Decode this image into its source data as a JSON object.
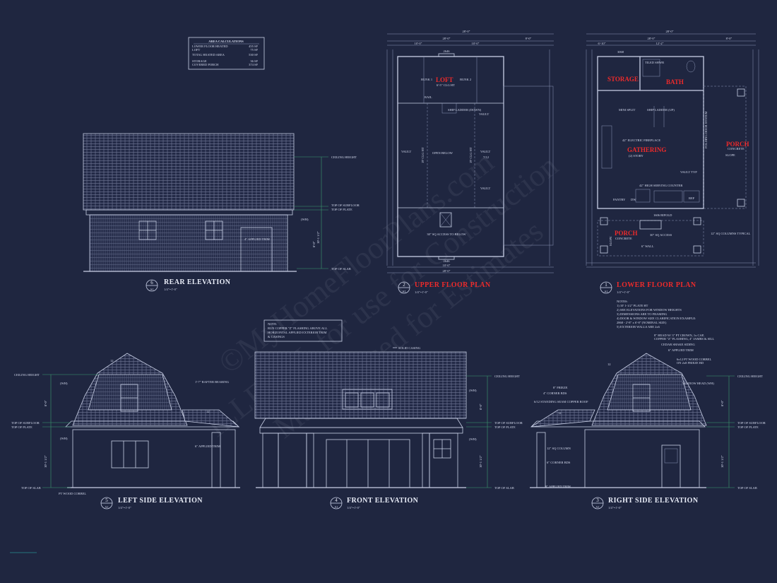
{
  "area_calc": {
    "title": "AREA CALCULATIONS",
    "rows": [
      {
        "label": "LOWER FLOOR HEATED",
        "value": "455 SF"
      },
      {
        "label": "LOFT",
        "value": "75 SF"
      },
      {
        "label": "TOTAL HEATED AREA",
        "value": "530 SF"
      },
      {
        "label": "STORAGE",
        "value": "36 SF"
      },
      {
        "label": "COVERED PORCH",
        "value": "374 SF"
      }
    ]
  },
  "views": {
    "rear": {
      "num": "6",
      "sheet": "A1",
      "title": "REAR ELEVATION",
      "scale": "1/4\"=1'-0\""
    },
    "upper": {
      "num": "2",
      "sheet": "A1",
      "title": "UPPER FLOOR PLAN",
      "scale": "1/4\"=1'-0\""
    },
    "lower": {
      "num": "1",
      "sheet": "A1",
      "title": "LOWER FLOOR PLAN",
      "scale": "1/4\"=1'-0\""
    },
    "left": {
      "num": "5",
      "sheet": "A1",
      "title": "LEFT SIDE ELEVATION",
      "scale": "1/4\"=1'-0\""
    },
    "front": {
      "num": "4",
      "sheet": "A1",
      "title": "FRONT ELEVATION",
      "scale": "1/4\"=1'-0\""
    },
    "right": {
      "num": "3",
      "sheet": "A1",
      "title": "RIGHT SIDE ELEVATION",
      "scale": "1/4\"=1'-0\""
    }
  },
  "levels": {
    "ceiling": "CEILING HEIGHT",
    "subfloor": "TOP OF SUBFLOOR",
    "plate": "TOP OF PLATE",
    "slab": "TOP OF SLAB",
    "wh": "(WH)"
  },
  "rear_notes": {
    "trim": "4\" APPLIED TRIM",
    "dim1": "8'-0\"",
    "dim2": "10'-1 1/2\""
  },
  "upper_plan": {
    "room": "LOFT",
    "ceiling": "6'-5\" CLG HT",
    "bunk1": "BUNK 1",
    "bunk2": "BUNK 2",
    "rail": "RAIL",
    "ladder": "SHIP LADDER (DOWN)",
    "vault": "VAULT",
    "open": "OPEN BELOW",
    "access": "30\" SQ ACCESS TO BELOW",
    "ceiling2": "19' CLG HT",
    "dim_top": "28'-0\"",
    "dim_a": "10'-0\"",
    "dim_b": "10'-0\"",
    "dim_c": "8'-0\"",
    "win": "2646",
    "pitch": "7/12"
  },
  "lower_plan": {
    "storage": "STORAGE",
    "bath": "BATH",
    "gathering": "GATHERING",
    "gathering_sub": "(2) STORY",
    "porch1": "PORCH",
    "porch1_sub": "CONCRETE",
    "porch2": "PORCH",
    "porch2_sub": "CONCRETE",
    "tiled_shower": "TILED SHWR",
    "mini_split": "MINI SPLIT",
    "ladder": "SHIP LADDER (UP)",
    "fireplace": "42\" ELECTRIC FIREPLACE",
    "counter": "42\" HIGH SERVING COUNTER",
    "pantry": "PANTRY",
    "dw": "DW",
    "ref": "REF",
    "bifold": "1606 BIFOLD",
    "access": "30\" SQ ACCESS",
    "wall": "6\" WALL",
    "columns": "12\" SQ COLUMNS TYPICAL",
    "slope": "SLOPE",
    "folding_door": "FOLDING DOOR SYSTEM",
    "vault": "VAULT TYP",
    "dim_top": "28'-0\"",
    "dim_a": "6'-10\"",
    "dim_b": "12'-2\"",
    "dim_c": "8'-0\"",
    "door": "3068"
  },
  "notes": {
    "title": "NOTES:",
    "lines": [
      "1) 10' 1-1/2\" PLATE HT",
      "2) SEE ELEVATIONS FOR WINDOW HEIGHTS",
      "3) DIMENSIONS ARE TO FRAMING",
      "4) DOOR & WINDOW SIZE CLARIFICATION EXAMPLE:",
      "   2868 - 2'-8\" x 6'-8\" (NOMINAL SIZE)",
      "5) EXTERIOR WALLS ARE 2x6"
    ]
  },
  "front_note": {
    "title": "NOTE:",
    "lines": [
      "RUN COPPER \"Z\" FLASHING ABOVE ALL",
      "HORIZONTAL APPLIED EXTERIOR TRIM",
      "& CASINGS"
    ]
  },
  "front_callouts": {
    "solid": "SOLID CASING",
    "dim1": "8'-0\"",
    "dim2": "10'-1 1/2\""
  },
  "left_callouts": {
    "bearing": "1'-7\" RAFTER BEARING",
    "trim": "6\" APPLIED TRIM",
    "corbel": "PT WOOD CORBEL",
    "pitch1": "12",
    "pitch2": "12",
    "dim1": "8'-0\"",
    "dim2": "10'-1 1/2\""
  },
  "right_callouts": {
    "head": "8\" HEAD W/ 3\" PT CROWN, 1x CAP,",
    "head2": "COPPER \"Z\" FLASHING, 4\" JAMBS & SILL",
    "siding": "CEDAR SHAKE SIDING",
    "trim6": "6\" APPLIED TRIM",
    "corbel": "6x12 PT WOOD CORBEL",
    "corbel2": "ON 2x8 FRIEZE BD",
    "frieze": "8\" FRIEZE",
    "corner": "4\" CORNER BDS",
    "roof": "6/12 STANDING SEAM COPPER ROOF",
    "column": "12\" SQ COLUMN",
    "corner6": "6\" CORNER BDS",
    "trim8": "8\" APPLIED TRIM",
    "window_head": "WINDOW HEAD (WH)",
    "pitch": "12"
  },
  "watermark": {
    "line1": "©MyHomeFloorPlans.com",
    "line2": "ILLEGAL for use for Construction",
    "line3": "May be used for Estimates"
  }
}
